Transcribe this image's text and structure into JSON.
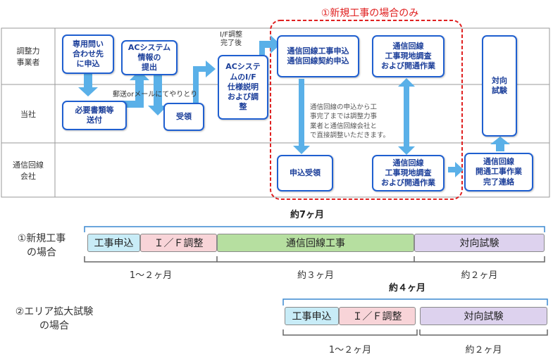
{
  "swimlanes": {
    "rows": [
      "調整力\n事業者",
      "当社",
      "通信回線\n会社"
    ]
  },
  "highlight": {
    "label": "①新規工事の場合のみ",
    "color": "#e02020"
  },
  "flow": {
    "inquiry": "専用問い\n合わせ先\nに申込",
    "documents": "必要書類等\n送付",
    "ac_info": "ACシステム\n情報の\n提出",
    "receipt": "受領",
    "if_explain": "ACシステ\nムのI/F\n仕様説明\nおよび調\n整",
    "line_apply": "通信回線工事申込\n通信回線契約申込",
    "survey_top": "通信回線\n工事現地調査\nおよび開通作業",
    "facing_test": "対向\n試験",
    "apply_receipt": "申込受領",
    "survey_bottom": "通信回線\n工事現地調査\nおよび開通作業",
    "completion": "通信回線\n開通工事作業\n完了連絡"
  },
  "annotations": {
    "mail": "郵送orメールにてやりとり",
    "if_done": "I/F調整\n完了後",
    "direct_note": "通信回線の申込から工\n事完了までは調整力事\n業者と通信回線会社と\nで直接調整いただきます。"
  },
  "timeline1": {
    "label": "①新規工事\nの場合",
    "total": "約7ヶ月",
    "segments": [
      "工事申込",
      "Ｉ／Ｆ調整",
      "通信回線工事",
      "対向試験"
    ],
    "durations": [
      "1～２ヶ月",
      "約３ヶ月",
      "約２ヶ月"
    ]
  },
  "timeline2": {
    "label": "②エリア拡大試験\nの場合",
    "total": "約４ヶ月",
    "segments": [
      "工事申込",
      "Ｉ／Ｆ調整",
      "対向試験"
    ],
    "durations": [
      "1～２ヶ月",
      "約２ヶ月"
    ]
  },
  "colors": {
    "box_border": "#1f5fd0",
    "arrow": "#5ab0e8",
    "seg_apply": "#c8ecf7",
    "seg_if": "#f8d4d8",
    "seg_line": "#b6dfa0",
    "seg_test": "#ddd2ee",
    "bracket": "#3a89d0"
  }
}
